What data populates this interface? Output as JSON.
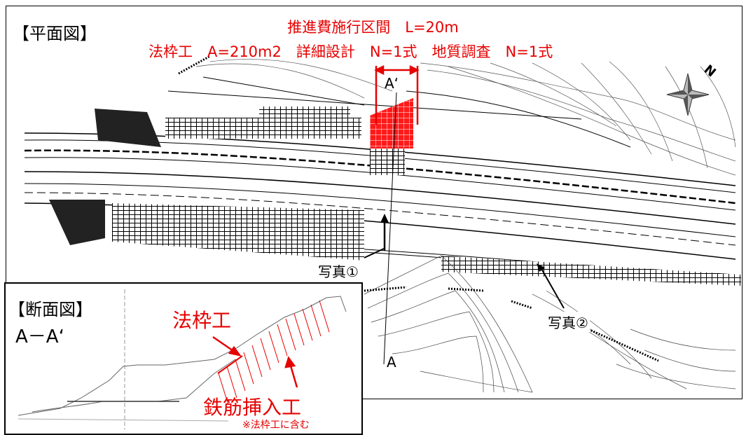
{
  "plan": {
    "title": "【平面図】"
  },
  "header": {
    "line1": "推進費施行区間　L=20m",
    "line2": "法枠工　A=210m2　詳細設計　N=1式　地質調査　N=1式"
  },
  "map_labels": {
    "section_start": "A",
    "section_end": "A‘",
    "photo1": "写真①",
    "photo2": "写真②"
  },
  "section": {
    "title": "【断面図】",
    "label": "A－A‘",
    "norikakuko": "法枠工",
    "tekkin": "鉄筋挿入工",
    "note": "※法枠工に含む"
  },
  "colors": {
    "accent": "#e60000",
    "line": "#000000"
  }
}
